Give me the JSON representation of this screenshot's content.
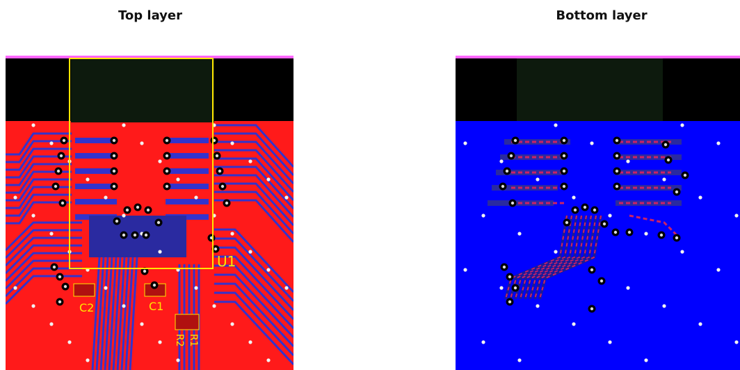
{
  "titles": {
    "top": "Top layer",
    "bottom": "Bottom layer"
  },
  "labels": {
    "u1": "U1",
    "c1": "C1",
    "c2": "C2",
    "r1": "R1",
    "r2": "R2"
  },
  "colors": {
    "top_copper": "#ff1a1a",
    "bottom_copper": "#0000ff",
    "trace": "#3333cc",
    "silk": "#ffe600",
    "edge": "#000000",
    "outline": "#ff00ff"
  }
}
